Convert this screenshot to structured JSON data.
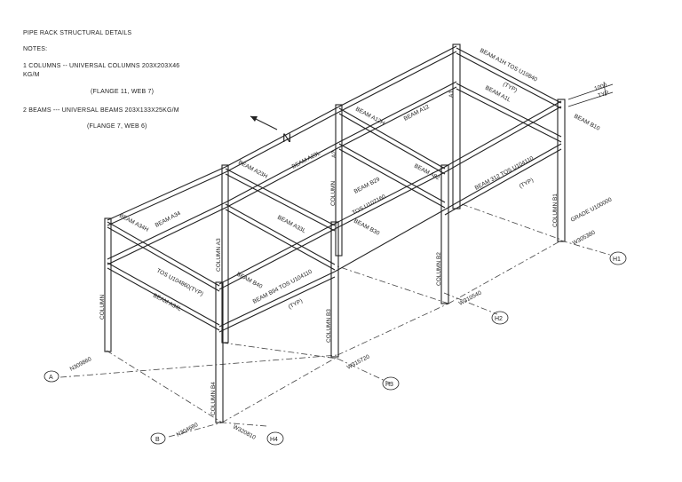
{
  "notes": {
    "title": "PIPE RACK STRUCTURAL DETAILS",
    "heading": "NOTES:",
    "line1": "1  COLUMNS  --  UNIVERSAL COLUMNS 203X203X46",
    "line1b": "KG/M",
    "line1c": "(FLANGE 11, WEB 7)",
    "line2": "2  BEAMS  ---  UNIVERSAL BEAMS 203X133X25KG/M",
    "line2c": "(FLANGE 7, WEB 6)"
  },
  "north": "N",
  "labels": {
    "beam_a1h": "BEAM A1H TOS U10840",
    "typ_top": "(TYP)",
    "beam_a1l": "BEAM A1L",
    "dim": "1000",
    "dim_typ": "TYP",
    "beam_b10": "BEAM B10",
    "beam_a12h": "BEAM A12H",
    "beam_a12": "BEAM A12",
    "col_a1": "A1",
    "beam_a23h": "BEAM A23H",
    "beam_a23l": "BEAM A23L",
    "col_a2": "A2",
    "beam_b29": "BEAM B29",
    "tos_u107160": "TOS U107160",
    "beam_a82": "BEAM A82",
    "beam_b30": "BEAM B30",
    "beam_312": "BEAM 312 TOS U104110",
    "typ_mid": "(TYP)",
    "col_b1": "COLUMN B1",
    "col_a2_side": "COLUMN",
    "grade": "GRADE U100000",
    "w305380": "W305380",
    "h1": "H1",
    "beam_a34h": "BEAM A34H",
    "beam_a34": "BEAM A34",
    "col_a3": "COLUMN A3",
    "beam_a33": "BEAM A33L",
    "beam_b40": "BEAM B40",
    "tos_u104860": "TOS U104860(TYP)",
    "beam_b94": "BEAM B94  TOS U104110",
    "typ_low": "(TYP)",
    "col_b2": "COLUMN B2",
    "w310540": "W310540",
    "h2": "H2",
    "beam_a34l": "BEAM A34L",
    "col_a4": "COLUMN",
    "col_b3": "COLUMN B3",
    "w315720": "W315720",
    "h3": "H3",
    "col_b4": "COLUMN B4",
    "n309860": "N309860",
    "n304680": "N304680",
    "w320810": "W320810",
    "h4": "H4",
    "grid_a": "A",
    "grid_b": "B"
  }
}
